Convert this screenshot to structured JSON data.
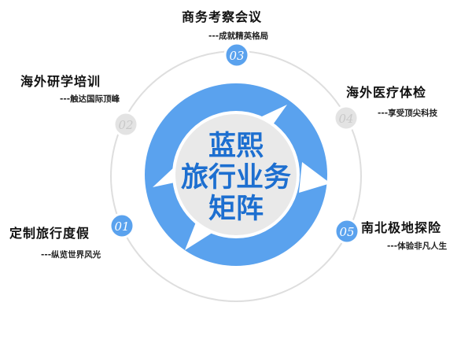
{
  "center": {
    "lines": [
      "蓝熙",
      "旅行业务",
      "矩阵"
    ]
  },
  "items": [
    {
      "number": "01",
      "title": "定制旅行度假",
      "subtitle": "---纵览世界风光",
      "highlighted": true
    },
    {
      "number": "02",
      "title": "海外研学培训",
      "subtitle": "---触达国际顶峰",
      "highlighted": false
    },
    {
      "number": "03",
      "title": "商务考察会议",
      "subtitle": "---成就精英格局",
      "highlighted": true
    },
    {
      "number": "04",
      "title": "海外医疗体检",
      "subtitle": "---享受顶尖科技",
      "highlighted": false
    },
    {
      "number": "05",
      "title": "南北极地探险",
      "subtitle": "---体验非凡人生",
      "highlighted": true
    }
  ],
  "colors": {
    "blue": "#5aa2ee",
    "blue_dark": "#1d6fd0",
    "grey_inner": "#e9e9e9",
    "grey_node": "#e3e3e3",
    "ring": "#dedede"
  }
}
